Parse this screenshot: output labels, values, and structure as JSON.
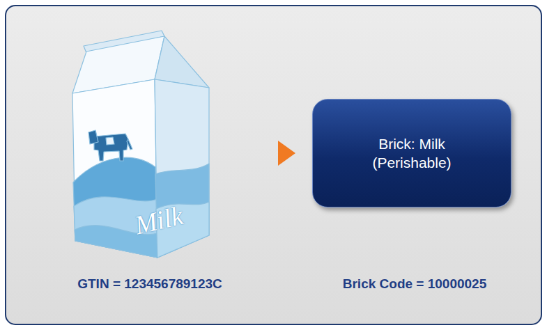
{
  "diagram": {
    "nodes": [
      {
        "text": [
          "Milk"
        ]
      },
      {
        "text": [
          "Brick: Milk (Perishable)"
        ]
      }
    ],
    "edges": [
      {
        "from": 0,
        "to": 1,
        "arrow": "to"
      }
    ],
    "labels": [
      "GTIN = 123456789123C",
      "Brick Code = 10000025"
    ]
  }
}
